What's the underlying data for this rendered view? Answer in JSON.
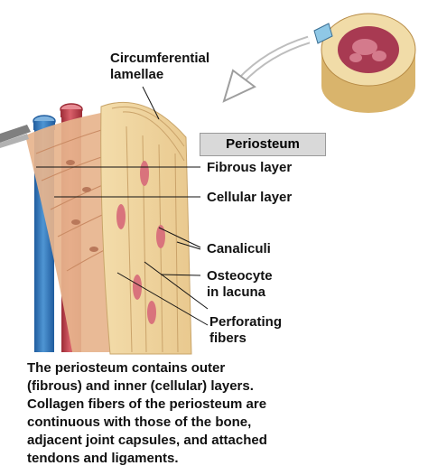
{
  "labels": {
    "circumferential_lamellae": [
      "Circumferential",
      "lamellae"
    ],
    "periosteum": "Periosteum",
    "fibrous_layer": "Fibrous layer",
    "cellular_layer": "Cellular layer",
    "canaliculi": "Canaliculi",
    "osteocyte_in_lacuna": [
      "Osteocyte",
      "in lacuna"
    ],
    "perforating_fibers": [
      "Perforating",
      "fibers"
    ]
  },
  "caption": [
    "The periosteum contains outer",
    "(fibrous) and inner (cellular) layers.",
    "Collagen fibers of the periosteum are",
    "continuous with those of the bone,",
    "adjacent joint capsules, and attached",
    "tendons and ligaments."
  ],
  "colors": {
    "vein": "#3a7fc1",
    "artery": "#c8414d",
    "periosteum": "#e7b48d",
    "bone": "#f1d9a4",
    "osteocyte": "#d9737c",
    "marrow": "#9c2f44",
    "label_box": "#d9d9d9"
  }
}
